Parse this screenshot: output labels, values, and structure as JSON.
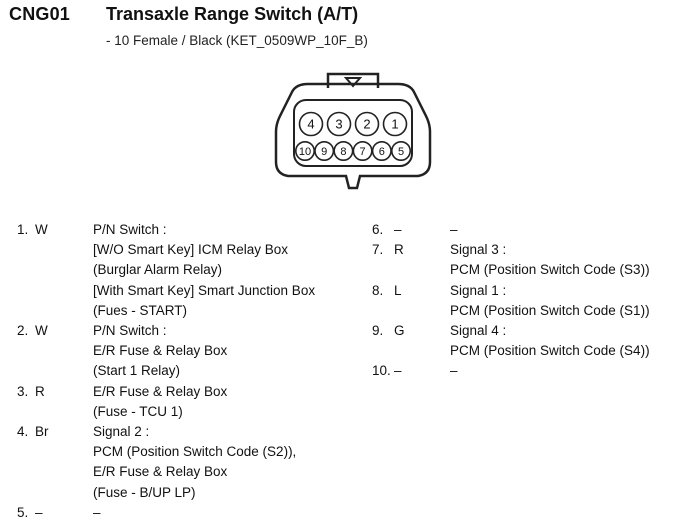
{
  "header": {
    "code": "CNG01",
    "title": "Transaxle Range Switch (A/T)",
    "subtitle": "- 10 Female / Black (KET_0509WP_10F_B)"
  },
  "connector": {
    "top_row": [
      "4",
      "3",
      "2",
      "1"
    ],
    "bottom_row": [
      "10",
      "9",
      "8",
      "7",
      "6",
      "5"
    ]
  },
  "pins": [
    {
      "num": "1.",
      "wire": "W",
      "lines": [
        "P/N Switch :",
        "[W/O Smart Key] ICM Relay Box",
        "(Burglar Alarm Relay)",
        "[With Smart Key] Smart Junction Box",
        "(Fues - START)"
      ]
    },
    {
      "num": "2.",
      "wire": "W",
      "lines": [
        "P/N Switch :",
        "E/R Fuse & Relay Box",
        "(Start 1 Relay)"
      ]
    },
    {
      "num": "3.",
      "wire": "R",
      "lines": [
        "E/R Fuse & Relay Box",
        "(Fuse - TCU 1)"
      ]
    },
    {
      "num": "4.",
      "wire": "Br",
      "lines": [
        "Signal 2 :",
        "PCM (Position Switch Code (S2)),",
        "E/R Fuse & Relay Box",
        "(Fuse - B/UP LP)"
      ]
    },
    {
      "num": "5.",
      "wire": "–",
      "lines": [
        "–"
      ]
    },
    {
      "num": "6.",
      "wire": "–",
      "lines": [
        "–"
      ]
    },
    {
      "num": "7.",
      "wire": "R",
      "lines": [
        "Signal 3 :",
        "PCM (Position Switch Code (S3))"
      ]
    },
    {
      "num": "8.",
      "wire": "L",
      "lines": [
        "Signal 1 :",
        "PCM (Position Switch Code (S1))"
      ]
    },
    {
      "num": "9.",
      "wire": "G",
      "lines": [
        "Signal 4 :",
        "PCM (Position Switch Code (S4))"
      ]
    },
    {
      "num": "10.",
      "wire": "–",
      "lines": [
        "–"
      ]
    }
  ]
}
